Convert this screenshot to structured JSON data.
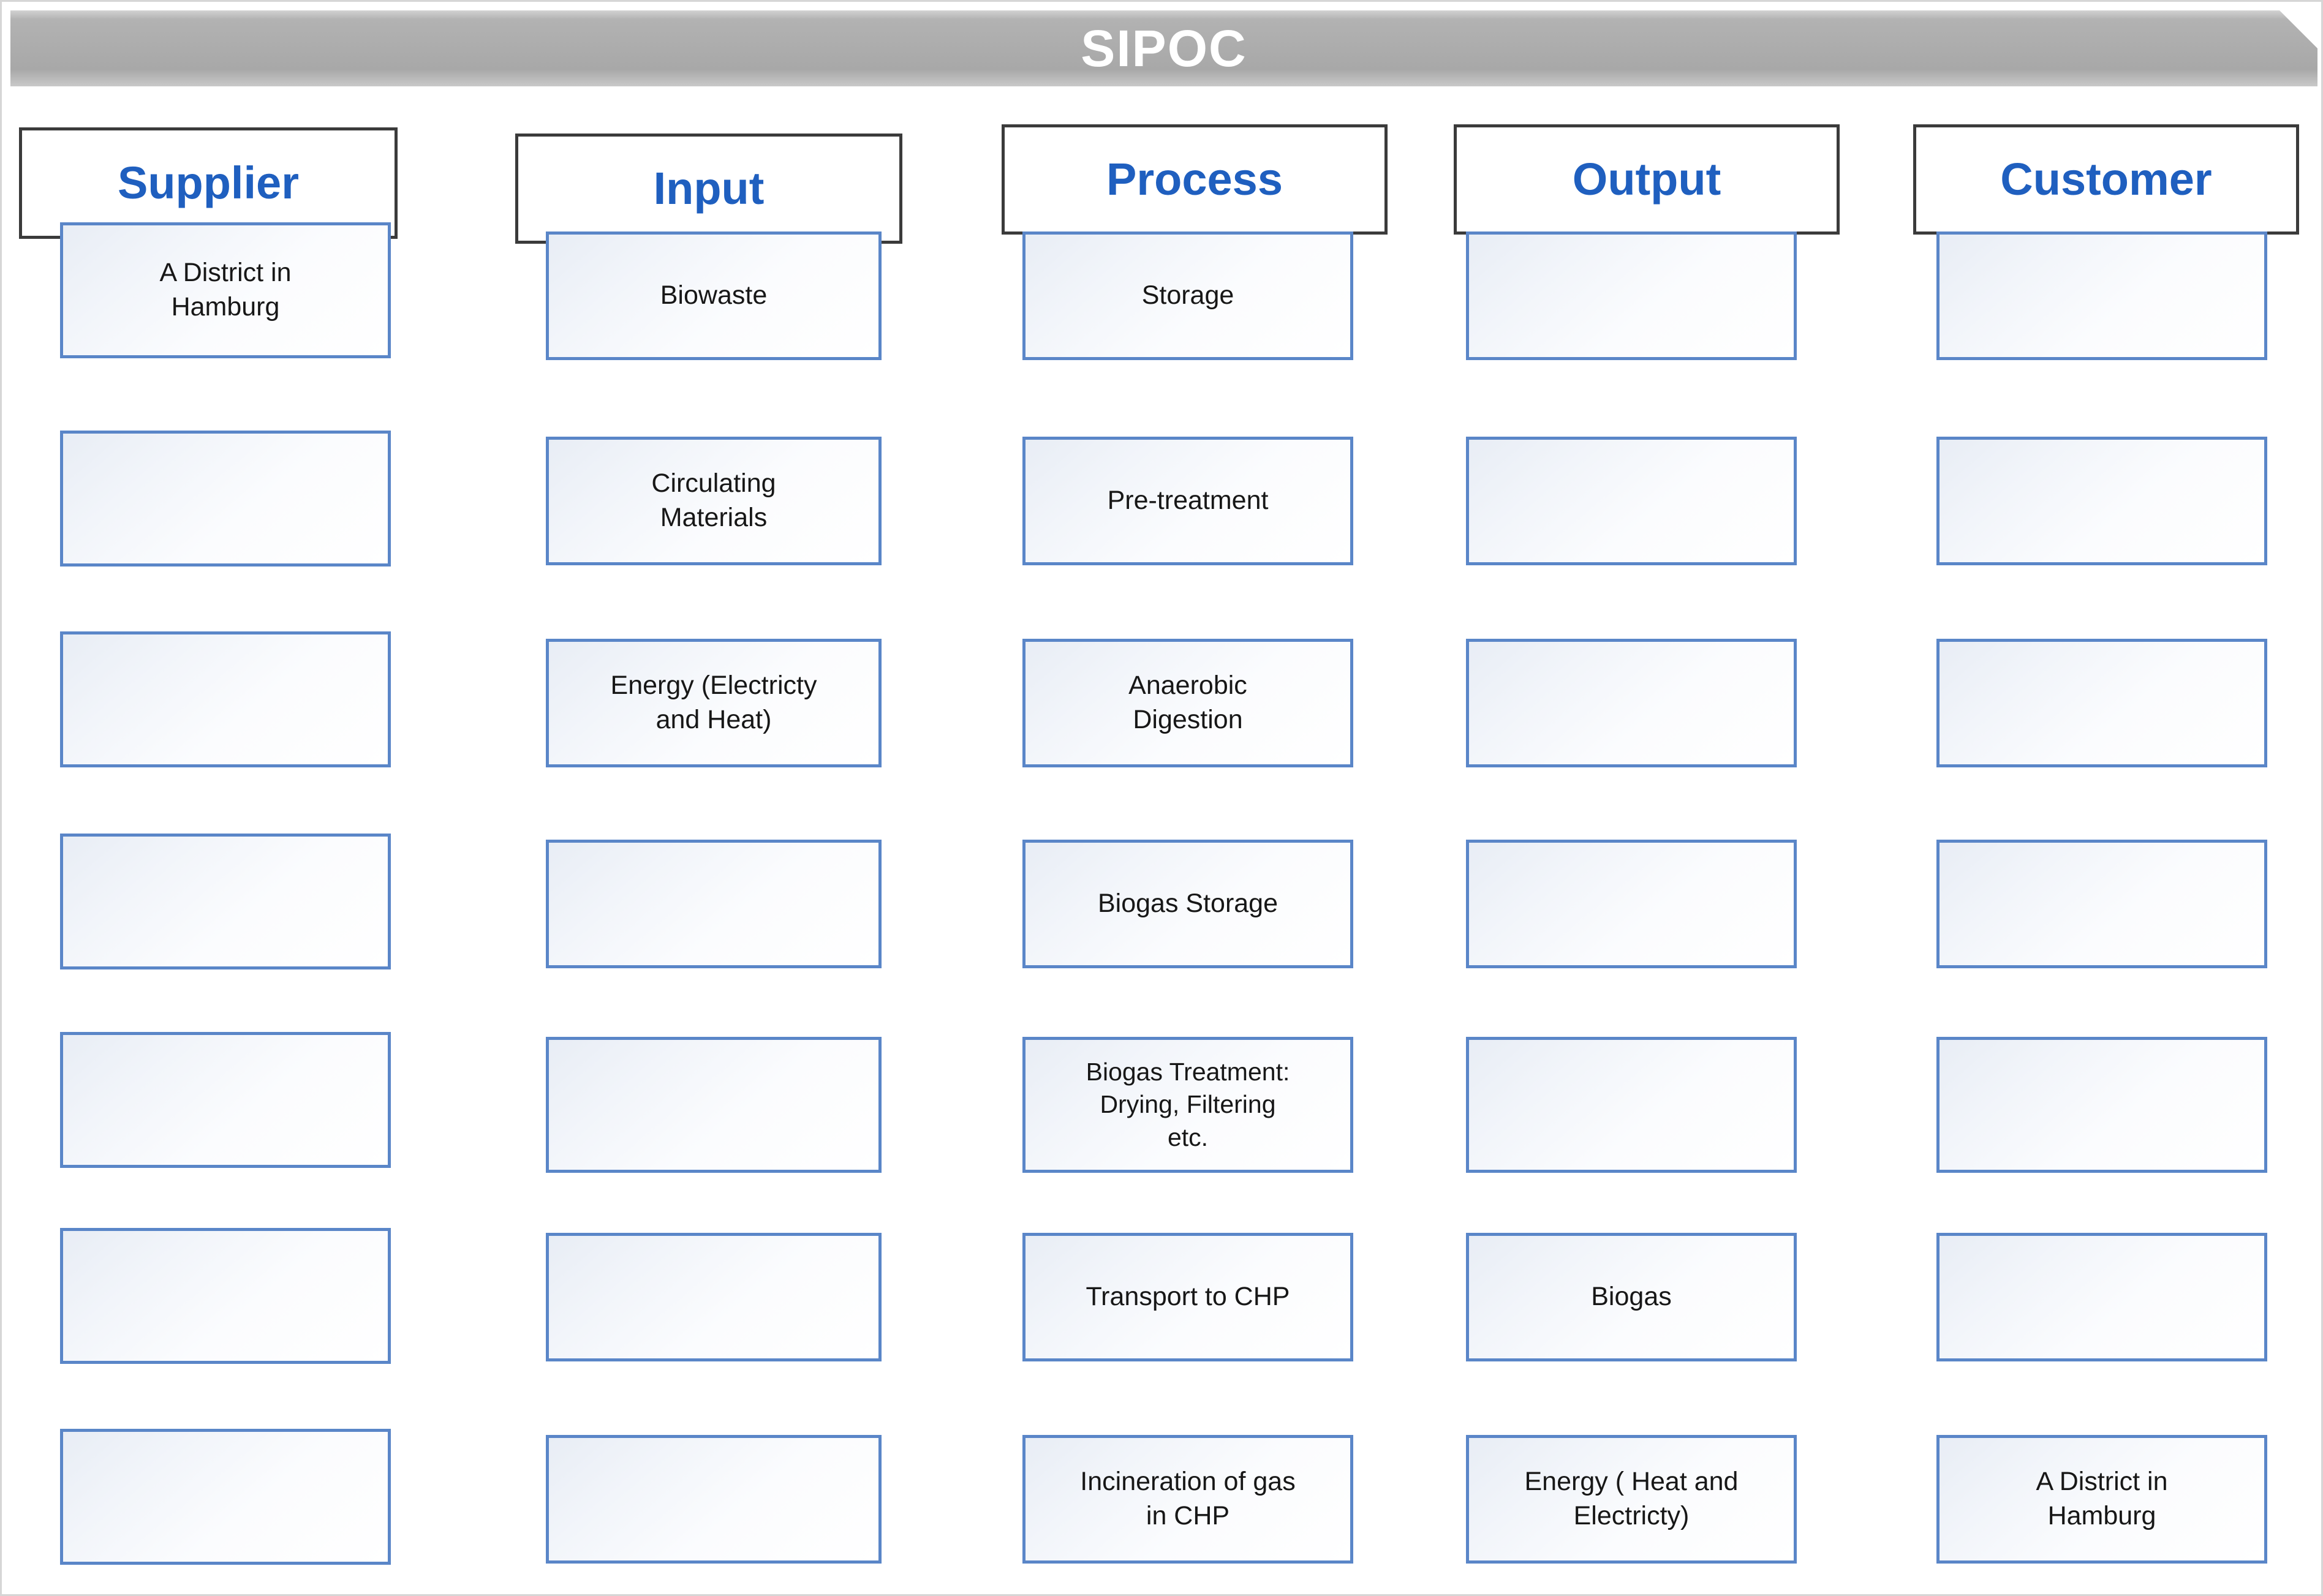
{
  "banner": {
    "title": "SIPOC",
    "background_color": "#a8a8a8",
    "text_color": "#ffffff"
  },
  "theme": {
    "header_text_color": "#1f5fbf",
    "cell_border_color": "#5a86c8",
    "header_border_color": "#3b3b3b",
    "cell_text_color": "#171717",
    "canvas_border_color": "#d6d6d6"
  },
  "columns": [
    {
      "key": "supplier",
      "header": "Supplier",
      "cells": [
        "A District in\nHamburg",
        "",
        "",
        "",
        "",
        "",
        ""
      ]
    },
    {
      "key": "input",
      "header": "Input",
      "cells": [
        "Biowaste",
        "Circulating\nMaterials",
        "Energy (Electricty\nand Heat)",
        "",
        "",
        "",
        ""
      ]
    },
    {
      "key": "process",
      "header": "Process",
      "cells": [
        "Storage",
        "Pre-treatment",
        "Anaerobic\nDigestion",
        "Biogas Storage",
        "Biogas Treatment:\nDrying, Filtering\netc.",
        "Transport to CHP",
        "Incineration of gas\nin CHP"
      ]
    },
    {
      "key": "output",
      "header": "Output",
      "cells": [
        "",
        "",
        "",
        "",
        "",
        "Biogas",
        "Energy ( Heat and\nElectricty)"
      ]
    },
    {
      "key": "customer",
      "header": "Customer",
      "cells": [
        "",
        "",
        "",
        "",
        "",
        "",
        "A District in\nHamburg"
      ]
    }
  ]
}
